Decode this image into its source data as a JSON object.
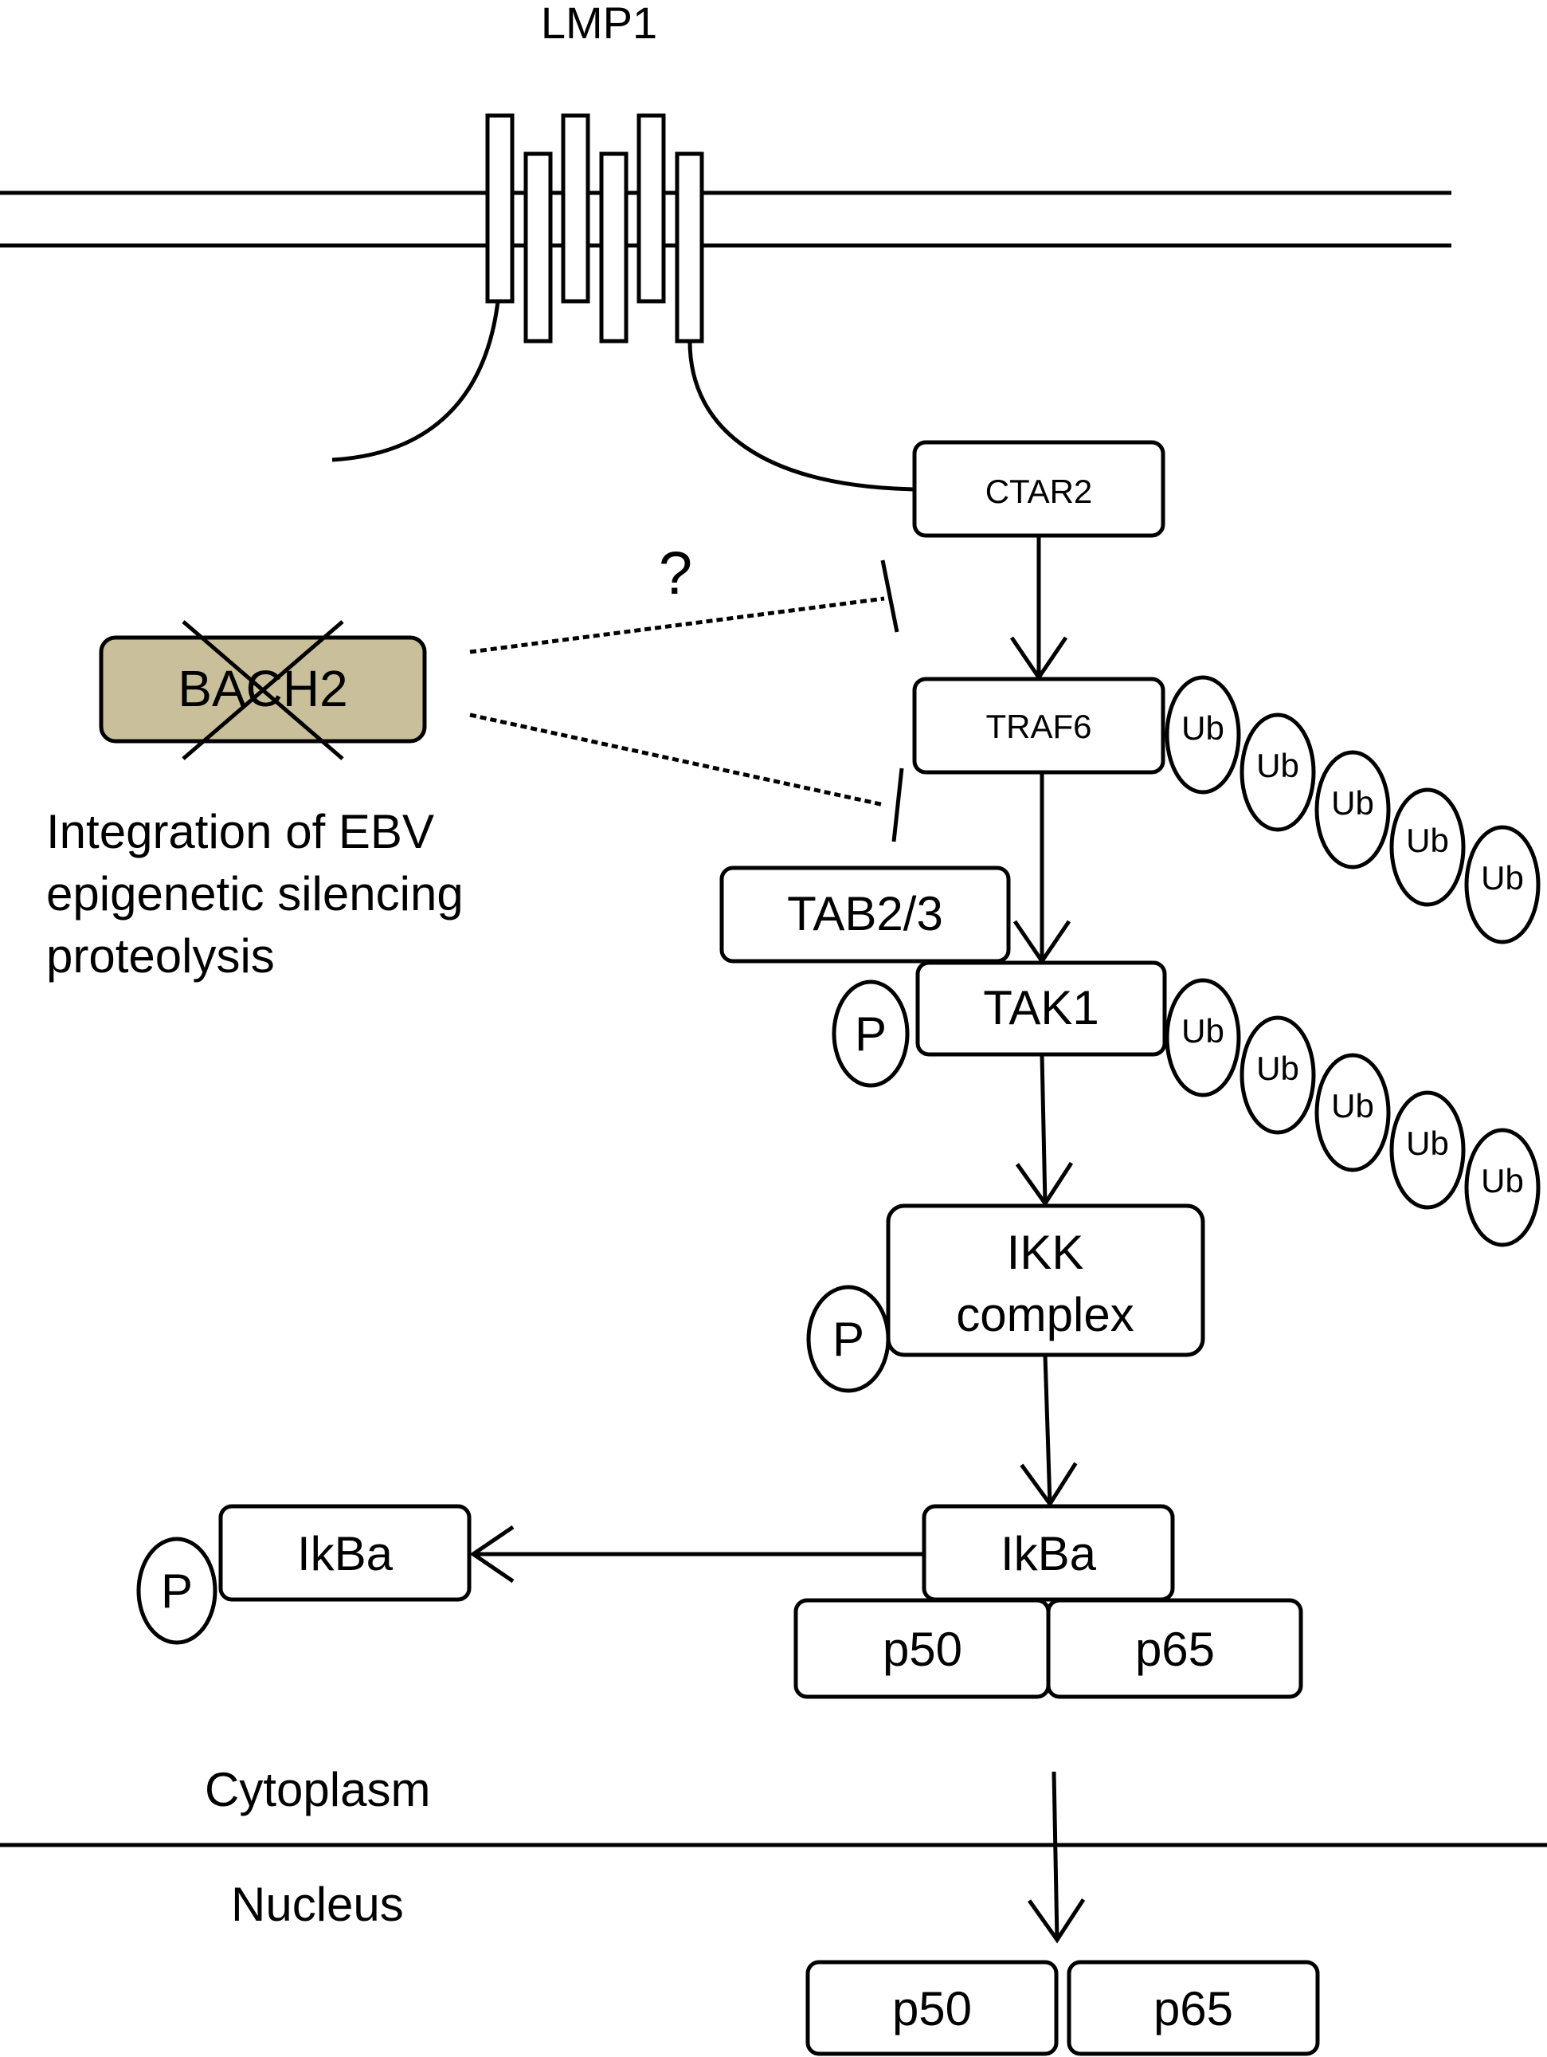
{
  "labels": {
    "lmp1": "LMP1",
    "ctar2": "CTAR2",
    "traf6": "TRAF6",
    "tab23": "TAB2/3",
    "tak1": "TAK1",
    "ikk_line1": "IKK",
    "ikk_line2": "complex",
    "ikba_bound": "IkBa",
    "ikba_free": "IkBa",
    "p50_cyto": "p50",
    "p65_cyto": "p65",
    "p50_nuc": "p50",
    "p65_nuc": "p65",
    "bach2": "BACH2",
    "question": "?",
    "cytoplasm": "Cytoplasm",
    "nucleus": "Nucleus",
    "phospho": "P",
    "ubiquitin": "Ub"
  },
  "annotation_lines": [
    "Integration of EBV",
    "epigenetic silencing",
    "proteolysis"
  ],
  "colors": {
    "bach2_fill": "#c9c09b",
    "stroke": "#000000",
    "background": "#ffffff"
  }
}
